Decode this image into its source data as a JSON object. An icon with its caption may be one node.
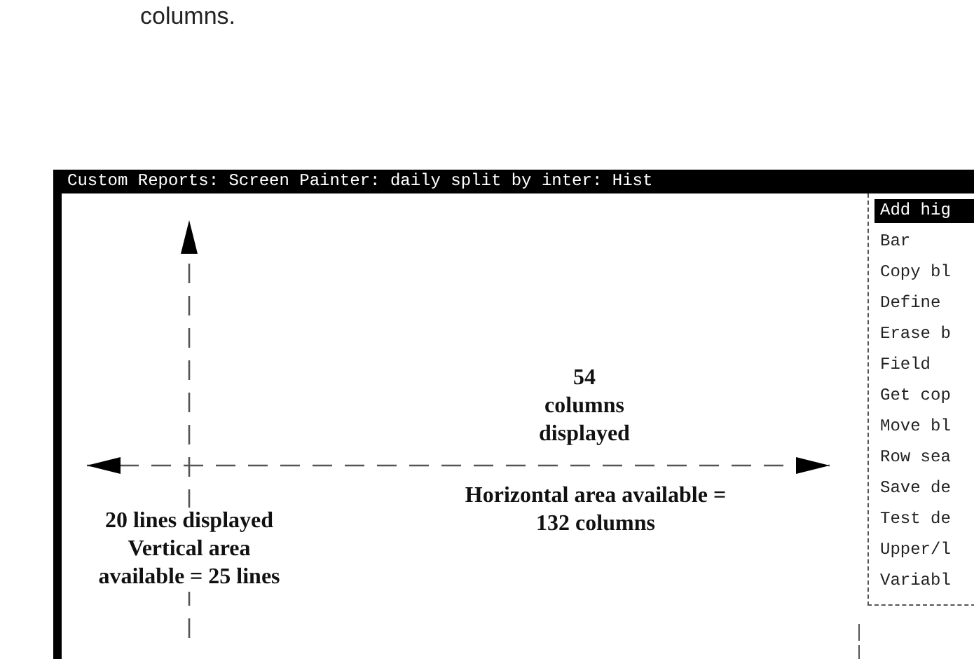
{
  "diagram": {
    "nodes": [
      {
        "text": [
          "Custom Reports: Screen Painter: daily split by inter: Hist"
        ]
      },
      {
        "text": [
          "Add hig",
          "Bar",
          "Copy bl",
          "Define",
          "Erase b",
          "Field",
          "Get cop",
          "Move bl",
          "Row sea",
          "Save de",
          "Test de",
          "Upper/l",
          "Variabl"
        ],
        "in": 0
      }
    ],
    "edges": [],
    "labels": [
      "columns.",
      "54 columns displayed",
      "Horizontal area available = 132 columns",
      "20 lines displayed Vertical area available = 25 lines"
    ]
  }
}
